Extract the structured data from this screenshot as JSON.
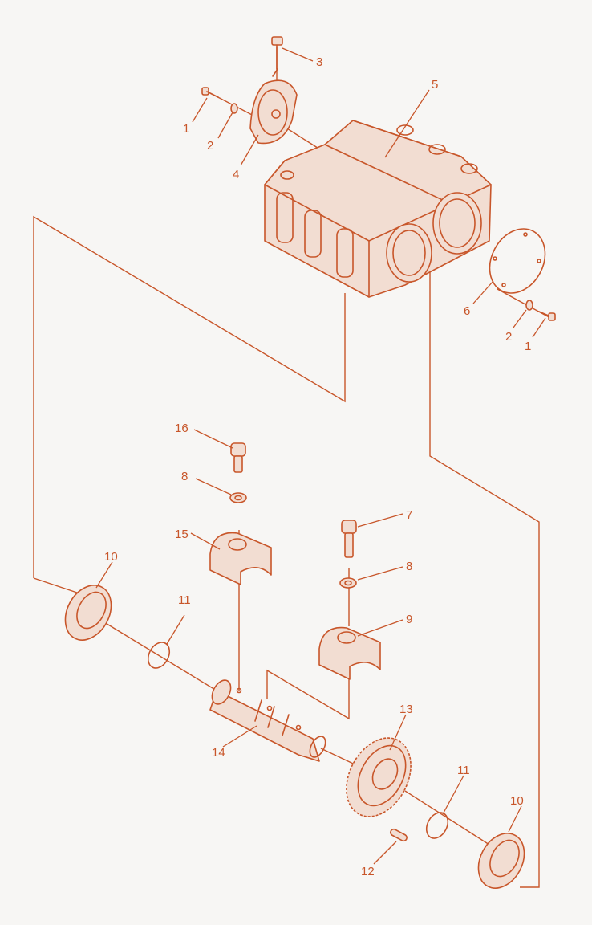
{
  "callouts": {
    "c1a": "1",
    "c2a": "2",
    "c3": "3",
    "c4": "4",
    "c5": "5",
    "c6": "6",
    "c2b": "2",
    "c1b": "1",
    "c16": "16",
    "c8a": "8",
    "c15": "15",
    "c7": "7",
    "c8b": "8",
    "c9": "9",
    "c10a": "10",
    "c11a": "11",
    "c14": "14",
    "c13": "13",
    "c11b": "11",
    "c10b": "10",
    "c12": "12"
  },
  "colors": {
    "line": "#c8562a",
    "fill": "#f2ddd2",
    "background": "#f7f6f4"
  }
}
